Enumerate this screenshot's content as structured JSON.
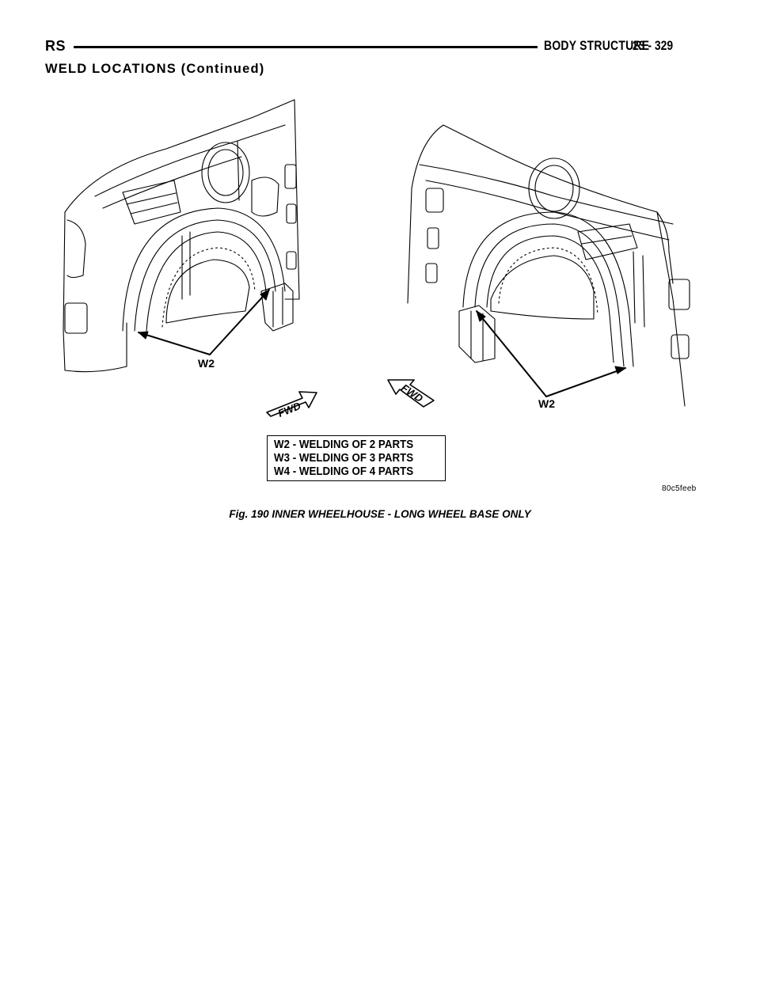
{
  "header": {
    "left": "RS",
    "title": "BODY STRUCTURE",
    "page": "23 - 329"
  },
  "section_title": "WELD LOCATIONS (Continued)",
  "figure": {
    "callout_left": "W2",
    "callout_right": "W2",
    "fwd_left": "FWD",
    "fwd_right": "FWD",
    "legend": [
      "W2 - WELDING OF 2 PARTS",
      "W3 - WELDING OF 3 PARTS",
      "W4 - WELDING OF 4 PARTS"
    ],
    "ref_code": "80c5feeb",
    "caption": "Fig. 190 INNER WHEELHOUSE - LONG WHEEL BASE ONLY"
  }
}
